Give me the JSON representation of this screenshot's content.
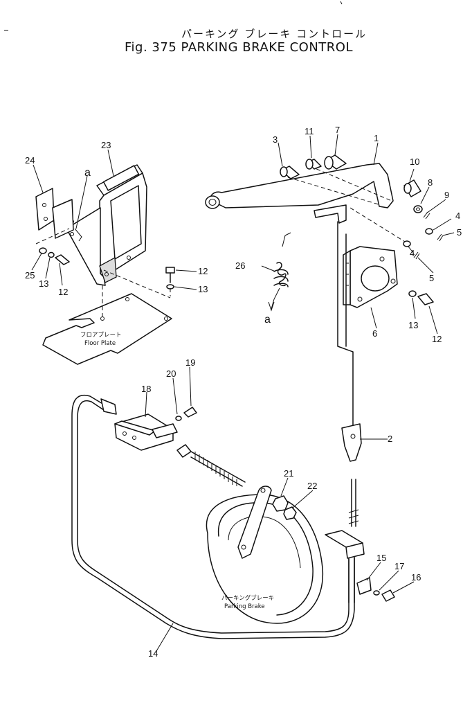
{
  "title": {
    "japanese": "パーキング ブレーキ コントロール",
    "english": "Fig. 375 PARKING BRAKE CONTROL"
  },
  "captions": {
    "floor_plate_jp": "フロアプレート",
    "floor_plate_en": "Floor Plate",
    "parking_brake_jp": "パーキングブレーキ",
    "parking_brake_en": "Parking Brake"
  },
  "callouts": {
    "n1": "1",
    "n2": "2",
    "n3": "3",
    "n4a": "4",
    "n4b": "4",
    "n5a": "5",
    "n5b": "5",
    "n6": "6",
    "n7": "7",
    "n8": "8",
    "n9": "9",
    "n10": "10",
    "n11": "11",
    "n12a": "12",
    "n12b": "12",
    "n12c": "12",
    "n13a": "13",
    "n13b": "13",
    "n13c": "13",
    "n14": "14",
    "n15": "15",
    "n16": "16",
    "n17": "17",
    "n18": "18",
    "n19": "19",
    "n20": "20",
    "n21": "21",
    "n22": "22",
    "n23": "23",
    "n24": "24",
    "n25": "25",
    "n26": "26",
    "a_top": "a",
    "a_bottom": "a"
  }
}
